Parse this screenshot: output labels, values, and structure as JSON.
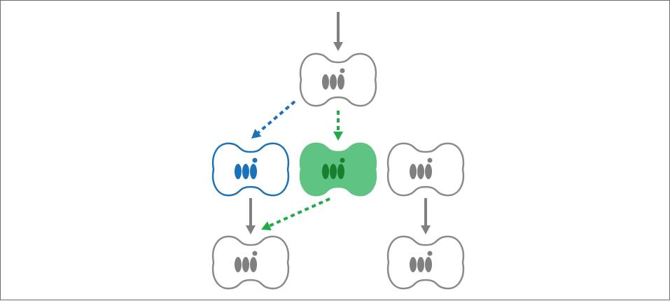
{
  "diagram": {
    "colors": {
      "neutral_stroke": "#8a8a8a",
      "neutral_fill": "#ffffff",
      "neutral_glyph": "#808080",
      "blue_stroke": "#1a72b8",
      "blue_glyph": "#1a72b8",
      "green_fill": "#5fc383",
      "green_glyph": "#16802f",
      "arrow_gray": "#808080",
      "arrow_blue": "#1a72b8",
      "arrow_green": "#22a94a",
      "border": "#6e6e6e"
    },
    "nodes": [
      {
        "id": "root-node",
        "style": "neutral"
      },
      {
        "id": "middle-left-node",
        "style": "blue-outline"
      },
      {
        "id": "middle-center-node",
        "style": "green-filled"
      },
      {
        "id": "middle-right-node",
        "style": "neutral"
      },
      {
        "id": "bottom-left-node",
        "style": "neutral"
      },
      {
        "id": "bottom-right-node",
        "style": "neutral"
      }
    ],
    "edges": [
      {
        "id": "entry-arrow",
        "to": "root-node",
        "style": "solid",
        "color": "gray"
      },
      {
        "id": "root-to-middle-left-arrow",
        "from": "root-node",
        "to": "middle-left-node",
        "style": "dashed",
        "color": "blue"
      },
      {
        "id": "root-to-middle-center-arrow",
        "from": "root-node",
        "to": "middle-center-node",
        "style": "dashed",
        "color": "green"
      },
      {
        "id": "middle-left-to-bottom-left-arrow",
        "from": "middle-left-node",
        "to": "bottom-left-node",
        "style": "solid",
        "color": "gray"
      },
      {
        "id": "middle-center-to-bottom-left-arrow",
        "from": "middle-center-node",
        "to": "bottom-left-node",
        "style": "dashed",
        "color": "green"
      },
      {
        "id": "middle-right-to-bottom-right-arrow",
        "from": "middle-right-node",
        "to": "bottom-right-node",
        "style": "solid",
        "color": "gray"
      }
    ]
  }
}
